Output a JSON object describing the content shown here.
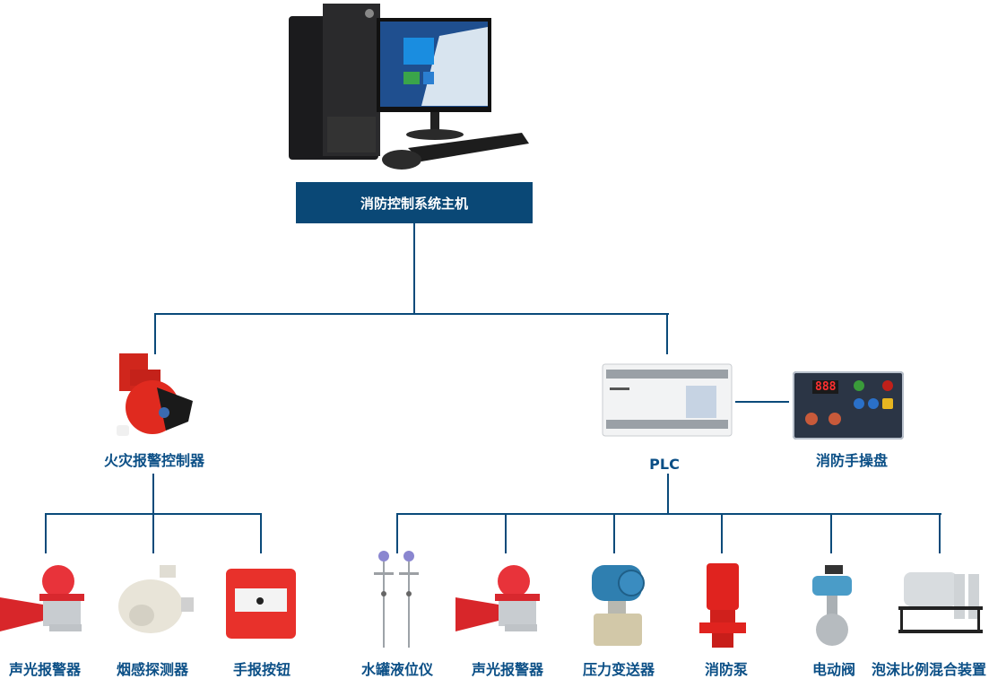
{
  "host": {
    "label": "消防控制系统主机",
    "device": "desktop-computer"
  },
  "level2": [
    {
      "label": "火灾报警控制器",
      "device": "fire-alarm-controller"
    },
    {
      "label": "PLC",
      "device": "plc"
    },
    {
      "label": "消防手操盘",
      "device": "manual-control-panel"
    }
  ],
  "alarm_children": [
    {
      "label": "声光报警器",
      "device": "sound-light-alarm"
    },
    {
      "label": "烟感探测器",
      "device": "smoke-detector"
    },
    {
      "label": "手报按钮",
      "device": "manual-alarm-button"
    }
  ],
  "plc_children": [
    {
      "label": "水罐液位仪",
      "device": "tank-level-meter"
    },
    {
      "label": "声光报警器",
      "device": "sound-light-alarm"
    },
    {
      "label": "压力变送器",
      "device": "pressure-transmitter"
    },
    {
      "label": "消防泵",
      "device": "fire-pump"
    },
    {
      "label": "电动阀",
      "device": "electric-valve"
    },
    {
      "label": "泡沫比例混合装置",
      "device": "foam-proportioning-unit"
    }
  ],
  "panel_display": "888",
  "colors": {
    "line": "#0a4a7a",
    "label": "#0b4f86",
    "title_bg": "#0a4876"
  }
}
